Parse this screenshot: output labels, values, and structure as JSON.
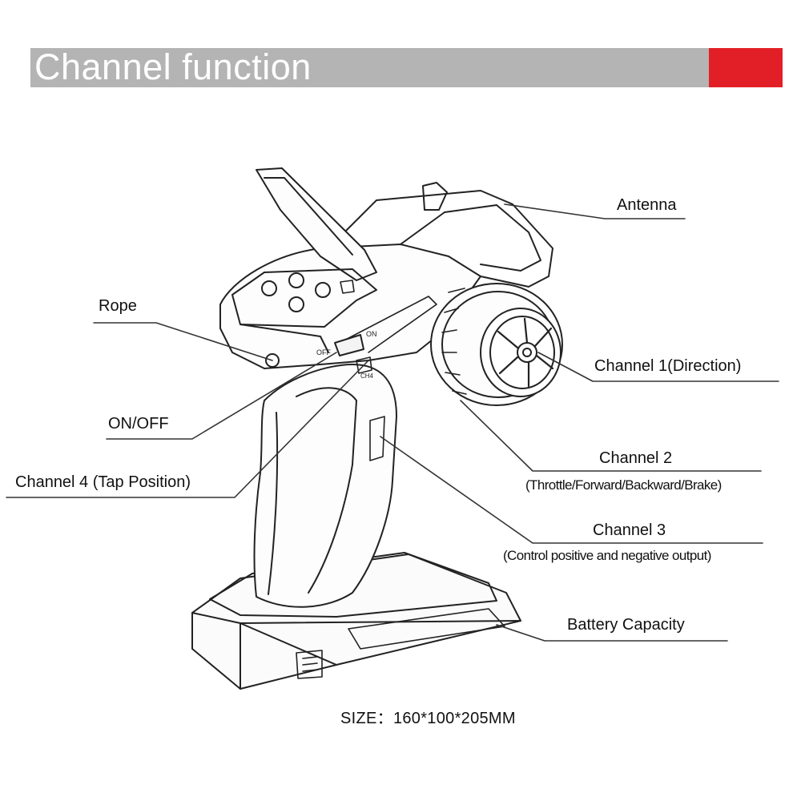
{
  "header": {
    "title": "Channel function",
    "accent_color": "#e21f26",
    "bar_color": "#b4b4b4"
  },
  "device": {
    "switch_off": "OFF",
    "switch_on": "ON",
    "lower_switch": "CH4"
  },
  "labels": {
    "antenna": "Antenna",
    "rope": "Rope",
    "channel1": "Channel 1(Direction)",
    "on_off": "ON/OFF",
    "channel2": "Channel 2",
    "channel2_sub": "(Throttle/Forward/Backward/Brake)",
    "channel4": "Channel 4 (Tap Position)",
    "channel3": "Channel 3",
    "channel3_sub": "(Control positive and negative output)",
    "battery": "Battery Capacity"
  },
  "footer": {
    "size": "SIZE：160*100*205MM"
  }
}
